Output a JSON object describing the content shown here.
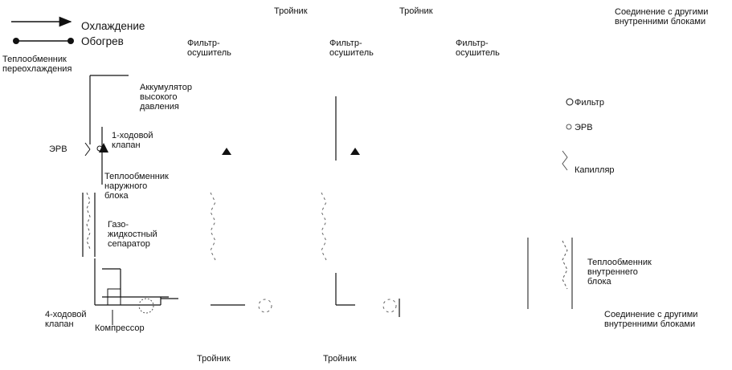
{
  "legend": {
    "cooling": "Охлаждение",
    "heating": "Обогрев"
  },
  "labels": {
    "tee_top_1": "Тройник",
    "tee_top_2": "Тройник",
    "tee_bottom_1": "Тройник",
    "tee_bottom_2": "Тройник",
    "connection_top": "Соединение с другими\nвнутренними блоками",
    "connection_bottom": "Соединение с другими\nвнутренними блоками",
    "subcooling_hx": "Теплообменник\nпереохлаждения",
    "filter_dryer_1": "Фильтр-\nосушитель",
    "filter_dryer_2": "Фильтр-\nосушитель",
    "filter_dryer_3": "Фильтр-\nосушитель",
    "hp_accumulator": "Аккумулятор\nвысокого\nдавления",
    "two_way_valve": "1-ходовой\nклапан",
    "erv_outdoor": "ЭРВ",
    "outdoor_hx": "Теплообменник\nнаружного\nблока",
    "gas_liquid_separator": "Газо-\nжидкостный\nсепаратор",
    "four_way_valve": "4-ходовой\nклапан",
    "compressor": "Компрессор",
    "filter": "Фильтр",
    "erv_indoor": "ЭРВ",
    "capillary": "Капилляр",
    "indoor_hx": "Теплообменник\nвнутреннего\nблока"
  },
  "colors": {
    "line": "#111111",
    "dashed": "#555555"
  }
}
